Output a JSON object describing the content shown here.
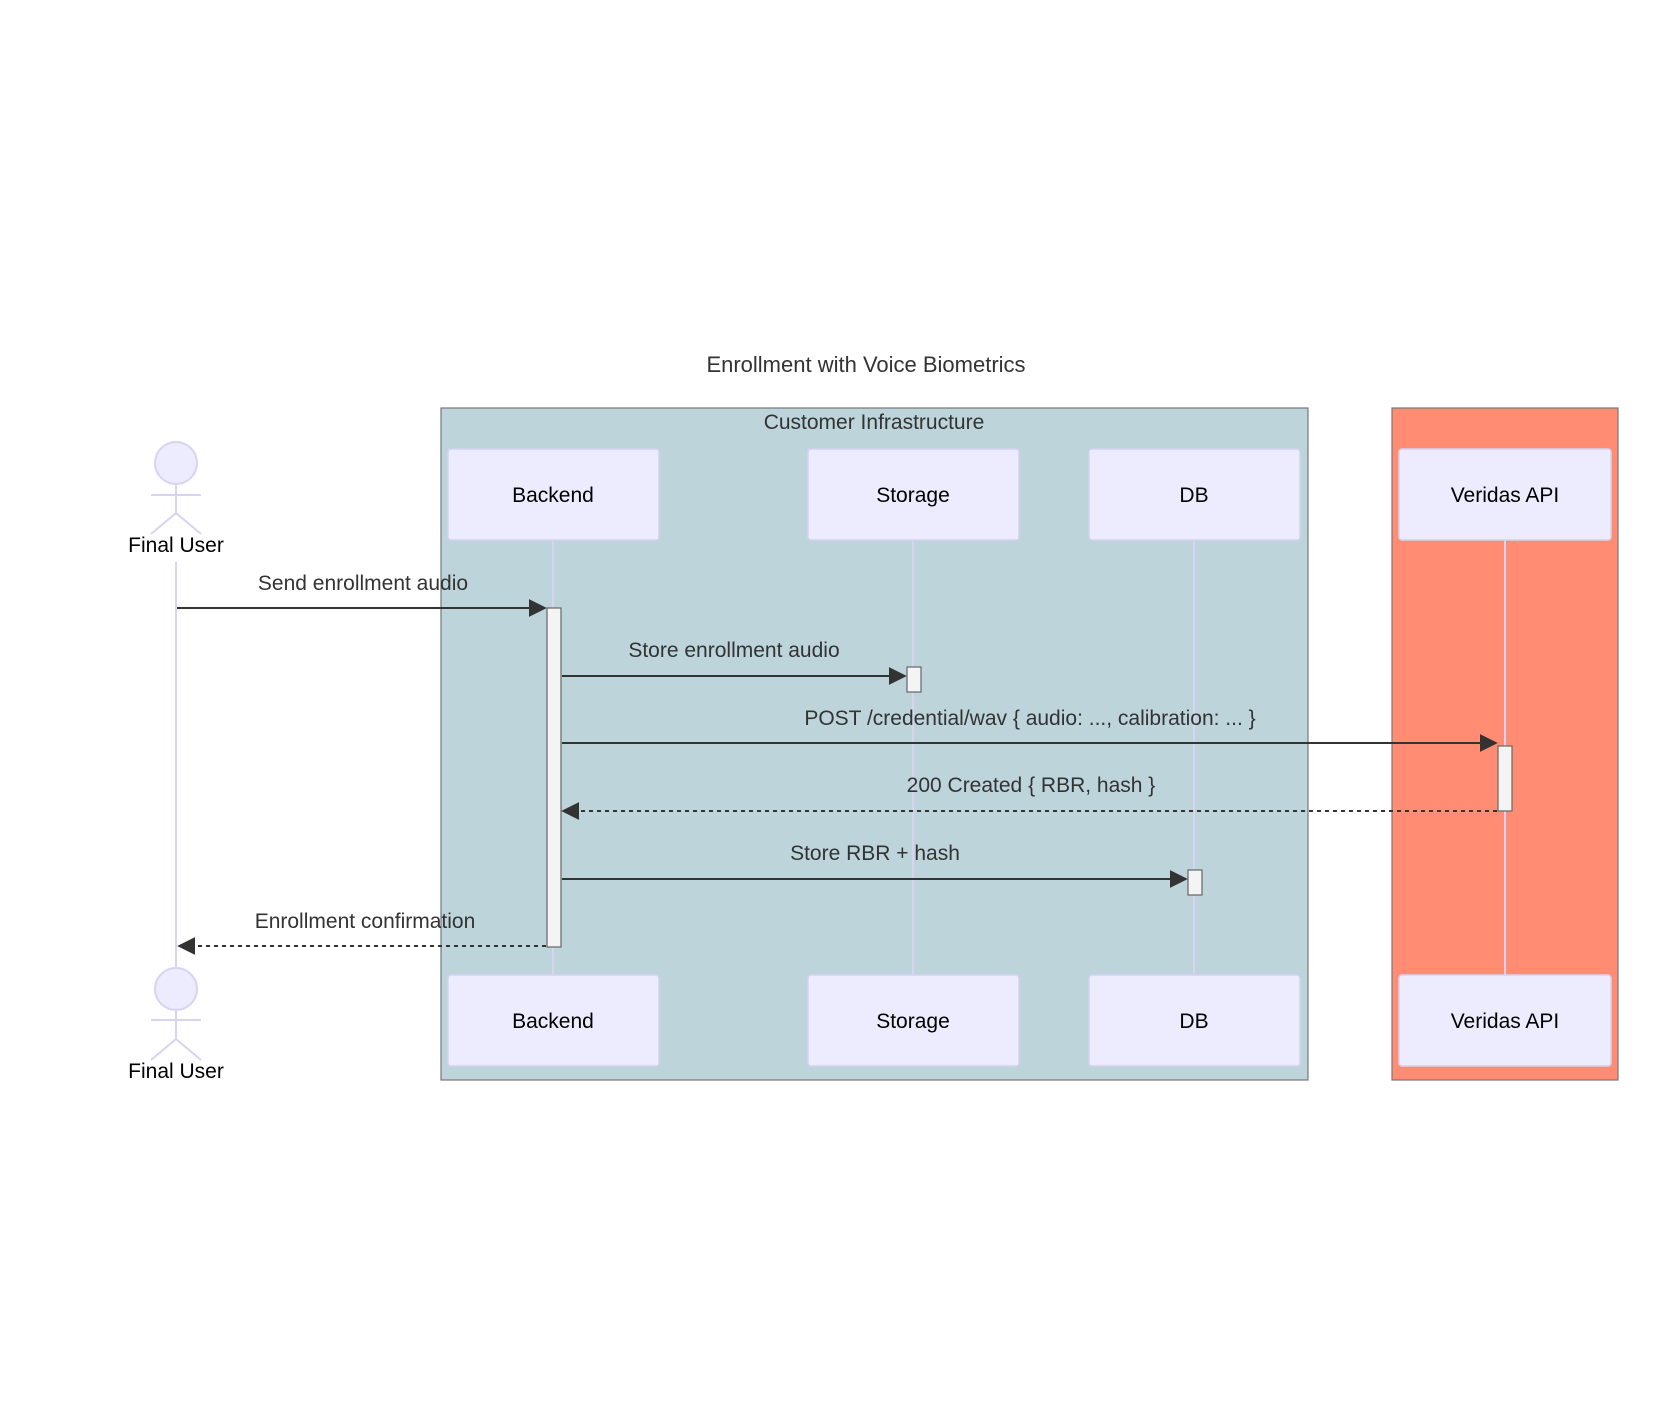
{
  "title": "Enrollment with Voice Biometrics",
  "groups": [
    {
      "id": "customer",
      "label": "Customer Infrastructure",
      "color": "#bcd4da"
    },
    {
      "id": "veridas",
      "label": "",
      "color": "#ff8c73"
    }
  ],
  "participants": [
    {
      "id": "user",
      "label": "Final User",
      "kind": "actor"
    },
    {
      "id": "backend",
      "label": "Backend",
      "kind": "box"
    },
    {
      "id": "storage",
      "label": "Storage",
      "kind": "box"
    },
    {
      "id": "db",
      "label": "DB",
      "kind": "box"
    },
    {
      "id": "api",
      "label": "Veridas API",
      "kind": "box"
    }
  ],
  "messages": [
    {
      "from": "user",
      "to": "backend",
      "label": "Send enrollment audio",
      "style": "solid"
    },
    {
      "from": "backend",
      "to": "storage",
      "label": "Store enrollment audio",
      "style": "solid"
    },
    {
      "from": "backend",
      "to": "api",
      "label": "POST /credential/wav { audio: ..., calibration: ... }",
      "style": "solid"
    },
    {
      "from": "api",
      "to": "backend",
      "label": "200 Created { RBR, hash }",
      "style": "dashed"
    },
    {
      "from": "backend",
      "to": "db",
      "label": "Store RBR + hash",
      "style": "solid"
    },
    {
      "from": "backend",
      "to": "user",
      "label": "Enrollment confirmation",
      "style": "dashed"
    }
  ],
  "colors": {
    "participant_fill": "#ececfe",
    "participant_stroke": "#d4d2f0",
    "lifeline": "#d8d3f0",
    "arrow": "#333333",
    "activation_fill": "#f4f4f4",
    "activation_stroke": "#666666",
    "text": "#333333"
  }
}
